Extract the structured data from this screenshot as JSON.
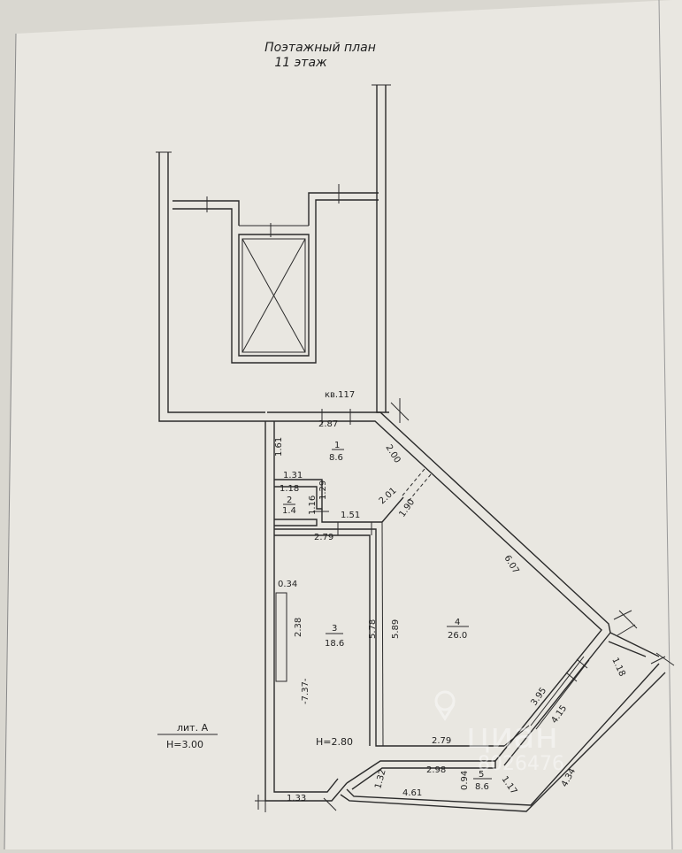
{
  "header": {
    "title": "Поэтажный план",
    "floor": "11 этаж"
  },
  "apartment_label": "кв.117",
  "rooms": [
    {
      "number": "1",
      "area": "8.6"
    },
    {
      "number": "2",
      "area": "1.4"
    },
    {
      "number": "3",
      "area": "18.6"
    },
    {
      "number": "4",
      "area": "26.0"
    },
    {
      "number": "5",
      "area": "8.6"
    }
  ],
  "dimensions": {
    "d_287": "2.87",
    "d_200": "2.00",
    "d_161": "1.61",
    "d_131": "1.31",
    "d_118a": "1.18",
    "d_116": "1.16",
    "d_129": "1.29",
    "d_151": "1.51",
    "d_201": "2.01",
    "d_190": "1.90",
    "d_279a": "2.79",
    "d_607": "6.07",
    "d_034": "0.34",
    "d_238": "2.38",
    "d_578": "5.78",
    "d_589": "5.89",
    "d_737": "-7.37-",
    "d_395": "3.95",
    "d_415": "4.15",
    "d_118b": "1.18",
    "d_279b": "2.79",
    "d_298": "2.98",
    "d_434": "4.34",
    "d_132": "1.32",
    "d_094": "0.94",
    "d_117": "1.17",
    "d_461": "4.61",
    "d_133": "1.33"
  },
  "ceiling_height_room": "H=2.80",
  "legend": {
    "lit": "лит. А",
    "height": "H=3.00"
  },
  "watermark": "циан",
  "watermark_number": "8026476"
}
